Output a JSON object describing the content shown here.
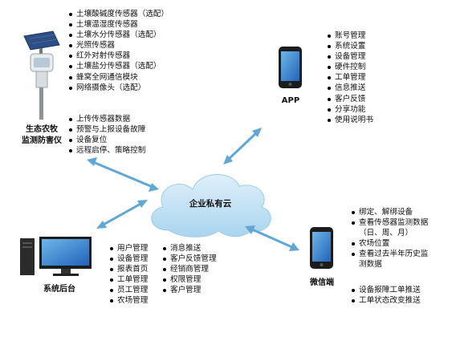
{
  "device": {
    "label_line1": "生态农牧",
    "label_line2": "监测防害仪",
    "sensors": [
      "土壤酸碱度传感器（选配）",
      "土壤温湿度传感器",
      "土壤水分传感器（选配）",
      "光照传感器",
      "红外对射传感器",
      "土壤盐分传感器（选配）",
      "蜂窝全网通信模块",
      "网络摄像头（选配）"
    ],
    "functions": [
      "上传传感器数据",
      "预警与上报设备故障",
      "设备复位",
      "远程启停、策略控制"
    ]
  },
  "app": {
    "label": "APP",
    "features": [
      "账号管理",
      "系统设置",
      "设备管理",
      "硬件控制",
      "工单管理",
      "信息推送",
      "客户反馈",
      "分享功能",
      "使用说明书"
    ]
  },
  "cloud": {
    "label": "企业私有云"
  },
  "backend": {
    "label": "系统后台",
    "col1": [
      "用户管理",
      "设备管理",
      "报表首页",
      "工单管理",
      "员工管理",
      "农场管理"
    ],
    "col2": [
      "消息推送",
      "客户反馈管理",
      "经销商管理",
      "权限管理",
      "客户管理"
    ]
  },
  "wechat": {
    "label": "微信端",
    "features_a": [
      "绑定、解绑设备",
      "查看传感器监测数据",
      "（日、周、月）",
      "农场位置",
      "查看过去半年历史监",
      "测数据"
    ],
    "features_b": [
      "设备报障工单推送",
      "工单状态改变推送"
    ]
  },
  "colors": {
    "arrow": "#5fa8d6",
    "cloud": "#bcdff1",
    "phone": "#1c1c1c",
    "screen": "#2f7fd0"
  }
}
